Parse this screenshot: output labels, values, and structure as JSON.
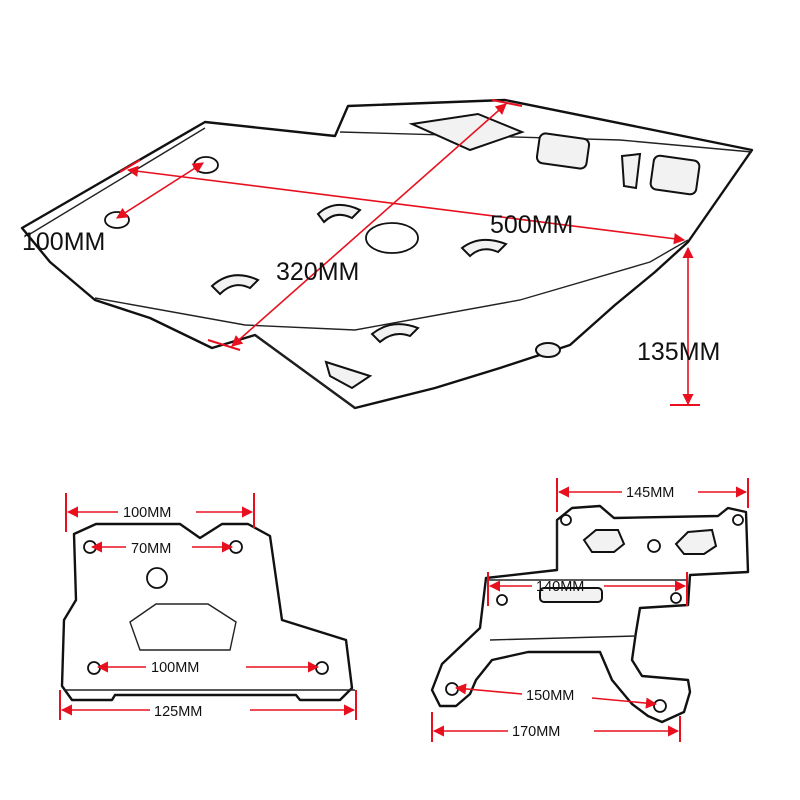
{
  "colors": {
    "dimension": "#e8101e",
    "outline": "#111111",
    "background": "#ffffff"
  },
  "main_view": {
    "dim_500": "500MM",
    "dim_320": "320MM",
    "dim_100": "100MM",
    "dim_135": "135MM"
  },
  "front_bracket": {
    "dim_top_100": "100MM",
    "dim_70": "70MM",
    "dim_bottom_100": "100MM",
    "dim_125": "125MM"
  },
  "rear_bracket": {
    "dim_145": "145MM",
    "dim_140": "140MM",
    "dim_150": "150MM",
    "dim_170": "170MM"
  }
}
